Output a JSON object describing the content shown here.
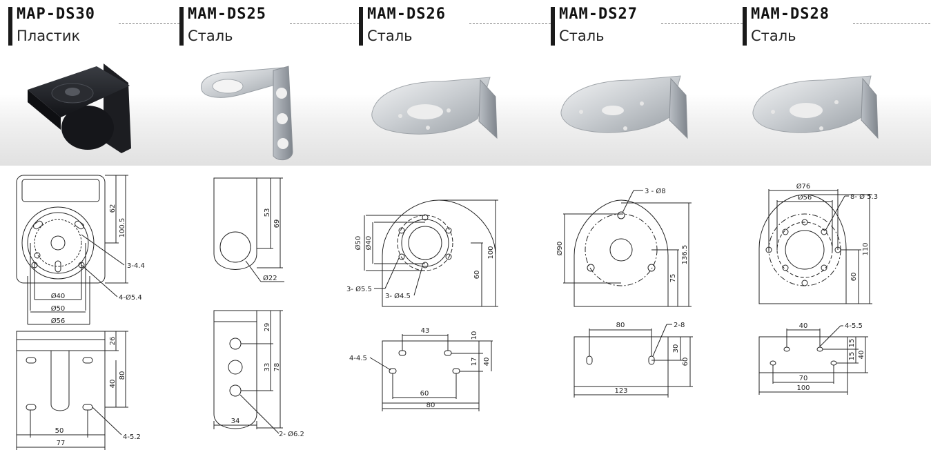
{
  "products": [
    {
      "model": "MAP-DS30",
      "material": "Пластик"
    },
    {
      "model": "MAM-DS25",
      "material": "Сталь"
    },
    {
      "model": "MAM-DS26",
      "material": "Сталь"
    },
    {
      "model": "MAM-DS27",
      "material": "Сталь"
    },
    {
      "model": "MAM-DS28",
      "material": "Сталь"
    }
  ],
  "dimensions": {
    "ds30": {
      "h62": "62",
      "h100_5": "100.5",
      "holes_3": "3-4.4",
      "holes_4": "4-Ø5.4",
      "d40": "Ø40",
      "d50": "Ø50",
      "d56": "Ø56",
      "h26": "26",
      "h40": "40",
      "h80": "80",
      "w50": "50",
      "w77": "77",
      "slots": "4-5.2"
    },
    "ds25": {
      "h53": "53",
      "h69": "69",
      "d22": "Ø22",
      "h29": "29",
      "h33": "33",
      "h78": "78",
      "w34": "34",
      "holes": "2- Ø6.2"
    },
    "ds26": {
      "d50": "Ø50",
      "d40": "Ø40",
      "h100": "100",
      "h60": "60",
      "holes_a": "3- Ø5.5",
      "holes_b": "3- Ø4.5",
      "w43": "43",
      "h10": "10",
      "h17": "17",
      "h40": "40",
      "slots": "4-4.5",
      "w60": "60",
      "w80": "80"
    },
    "ds27": {
      "holes_top": "3 - Ø8",
      "d90": "Ø90",
      "h136_5": "136.5",
      "h75": "75",
      "w80": "80",
      "slots": "2-8",
      "h30": "30",
      "h60": "60",
      "w123": "123"
    },
    "ds28": {
      "d76": "Ø76",
      "d56": "Ø56",
      "holes": "8- Ø 5.3",
      "h110": "110",
      "h60": "60",
      "w40": "40",
      "slots": "4-5.5",
      "h15a": "15",
      "h15b": "15",
      "h40": "40",
      "w70": "70",
      "w100": "100"
    }
  }
}
